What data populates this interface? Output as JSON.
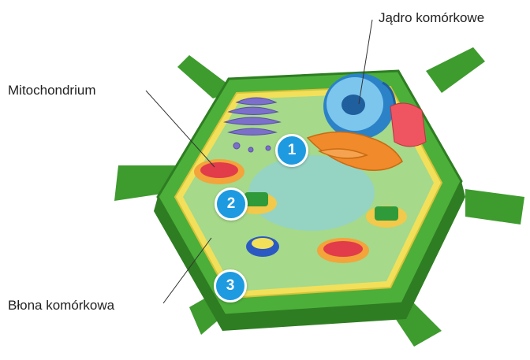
{
  "labels": {
    "nucleus": "Jądro komórkowe",
    "mitochondrium": "Mitochondrium",
    "membrane": "Błona komórkowa"
  },
  "markers": [
    "1",
    "2",
    "3"
  ],
  "colors": {
    "cell_wall": "#4caf3a",
    "cell_wall_dark": "#2e7d22",
    "membrane": "#f2e05a",
    "cytoplasm": "#a6d98a",
    "vacuole": "#8fd1d6",
    "nucleus": "#4aa6e0",
    "golgi": "#7b6fc9",
    "er": "#f08a2a",
    "mitochondrium": "#e23b4a",
    "chloroplast": "#2f9a3a",
    "marker": "#1e9ae0"
  }
}
